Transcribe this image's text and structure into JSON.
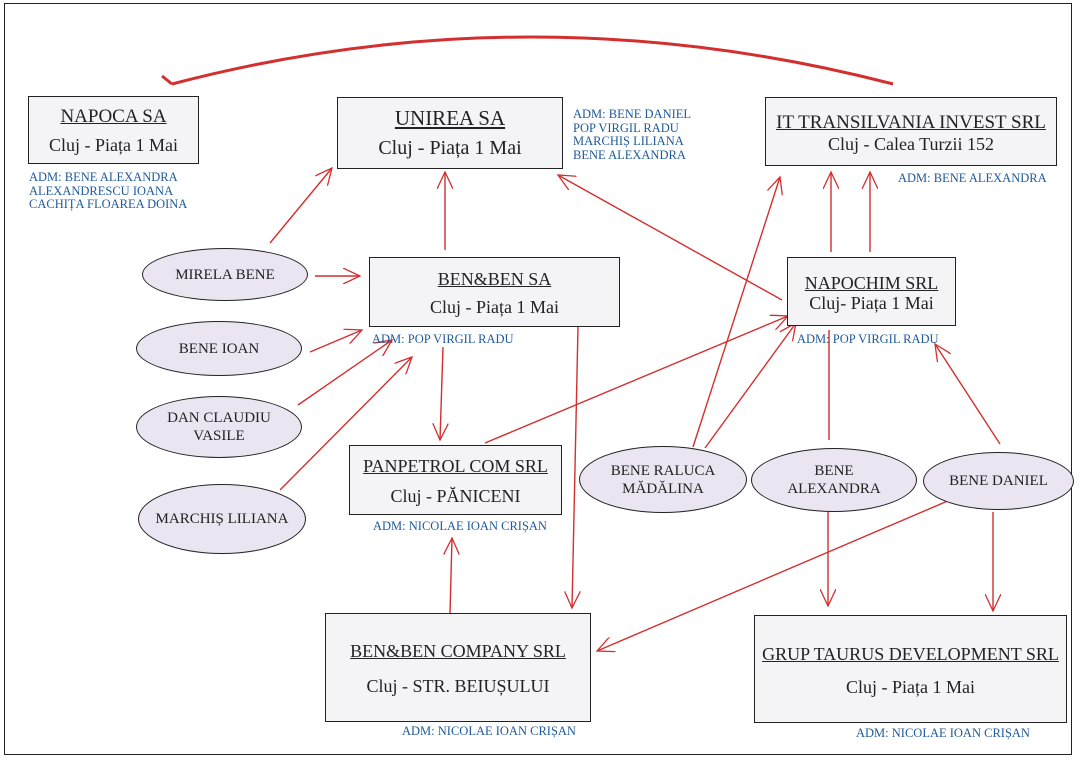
{
  "companies": {
    "napoca": {
      "name": "NAPOCA SA",
      "location": "Cluj - Piața 1 Mai"
    },
    "unirea": {
      "name": "UNIREA SA",
      "location": "Cluj - Piața 1 Mai"
    },
    "it_transilvania": {
      "name": "IT TRANSILVANIA INVEST SRL",
      "location": "Cluj - Calea Turzii 152"
    },
    "benben_sa": {
      "name": "BEN&BEN SA",
      "location": "Cluj - Piața 1 Mai"
    },
    "napochim": {
      "name": "NAPOCHIM SRL",
      "location": "Cluj- Piața 1 Mai"
    },
    "panpetrol": {
      "name": "PANPETROL COM SRL",
      "location": "Cluj - PĂNICENI"
    },
    "benben_company": {
      "name": "BEN&BEN COMPANY SRL",
      "location": "Cluj - STR. BEIUȘULUI"
    },
    "grup_taurus": {
      "name": "GRUP TAURUS DEVELOPMENT SRL",
      "location": "Cluj - Piața 1 Mai"
    }
  },
  "administrators": {
    "napoca": [
      "ADM: BENE ALEXANDRA",
      "ALEXANDRESCU IOANA",
      "CACHIȚA FLOAREA DOINA"
    ],
    "unirea": [
      "ADM: BENE DANIEL",
      "POP VIRGIL RADU",
      "MARCHIȘ LILIANA",
      "BENE ALEXANDRA"
    ],
    "it_transilvania": [
      "ADM: BENE ALEXANDRA"
    ],
    "benben_sa": [
      "ADM: POP VIRGIL RADU"
    ],
    "napochim": [
      "ADM: POP VIRGIL RADU"
    ],
    "panpetrol": [
      "ADM: NICOLAE  IOAN CRIȘAN"
    ],
    "benben_company": [
      "ADM: NICOLAE  IOAN CRIȘAN"
    ],
    "grup_taurus": [
      "ADM: NICOLAE  IOAN CRIȘAN"
    ]
  },
  "persons": {
    "mirela_bene": [
      "MIRELA BENE"
    ],
    "bene_ioan": [
      "BENE IOAN"
    ],
    "dan_claudiu_vasile": [
      "DAN CLAUDIU",
      "VASILE"
    ],
    "marchis_liliana": [
      "MARCHIȘ LILIANA"
    ],
    "bene_raluca_madalina": [
      "BENE RALUCA",
      "MĂDĂLINA"
    ],
    "bene_alexandra": [
      "BENE",
      "ALEXANDRA"
    ],
    "bene_daniel": [
      "BENE DANIEL"
    ]
  },
  "colors": {
    "arrow": "#d32f2f",
    "admin_text": "#1f5a99",
    "person_fill": "#ebe5f1",
    "company_fill": "#f4f4f6",
    "border": "#222222"
  }
}
